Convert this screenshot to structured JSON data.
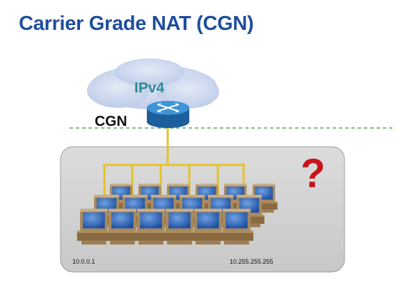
{
  "slide": {
    "title": "Carrier Grade NAT (CGN)",
    "cloud_label": "IPv4",
    "cgn_label": "CGN",
    "question_mark": "?",
    "address_start": "10.0.0.1",
    "address_end": "10.255.255.255"
  },
  "colors": {
    "title": "#1f4e9c",
    "cloud": "#c9d6ee",
    "router": "#2c7fc0",
    "link": "#e4c229",
    "boundary": "#3e8f3e",
    "private_net_bg": "#d3d3d3",
    "question": "#c8141c"
  },
  "icons": [
    "cloud-icon",
    "router-icon",
    "computer-icon"
  ]
}
